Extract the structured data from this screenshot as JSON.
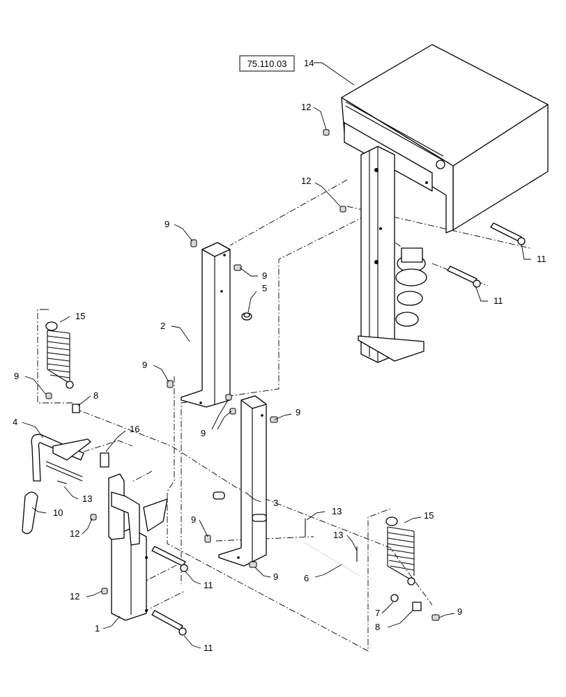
{
  "reference_box": "75.110.03",
  "callouts": [
    {
      "id": "c14",
      "text": "14"
    },
    {
      "id": "c12a",
      "text": "12"
    },
    {
      "id": "c12b",
      "text": "12"
    },
    {
      "id": "c11a",
      "text": "11"
    },
    {
      "id": "c11b",
      "text": "11"
    },
    {
      "id": "c9a",
      "text": "9"
    },
    {
      "id": "c9b",
      "text": "9"
    },
    {
      "id": "c5",
      "text": "5"
    },
    {
      "id": "c2",
      "text": "2"
    },
    {
      "id": "c15a",
      "text": "15"
    },
    {
      "id": "c9c",
      "text": "9"
    },
    {
      "id": "c9d",
      "text": "9"
    },
    {
      "id": "c8a",
      "text": "8"
    },
    {
      "id": "c9e",
      "text": "9"
    },
    {
      "id": "c9f",
      "text": "9"
    },
    {
      "id": "c4",
      "text": "4"
    },
    {
      "id": "c16",
      "text": "16"
    },
    {
      "id": "c13a",
      "text": "13"
    },
    {
      "id": "c10",
      "text": "10"
    },
    {
      "id": "c3",
      "text": "3"
    },
    {
      "id": "c12c",
      "text": "12"
    },
    {
      "id": "c9g",
      "text": "9"
    },
    {
      "id": "c13b",
      "text": "13"
    },
    {
      "id": "c13c",
      "text": "13"
    },
    {
      "id": "c15b",
      "text": "15"
    },
    {
      "id": "c11c",
      "text": "11"
    },
    {
      "id": "c9h",
      "text": "9"
    },
    {
      "id": "c6",
      "text": "6"
    },
    {
      "id": "c12d",
      "text": "12"
    },
    {
      "id": "c7",
      "text": "7"
    },
    {
      "id": "c9i",
      "text": "9"
    },
    {
      "id": "c1",
      "text": "1"
    },
    {
      "id": "c8b",
      "text": "8"
    },
    {
      "id": "c11d",
      "text": "11"
    }
  ]
}
